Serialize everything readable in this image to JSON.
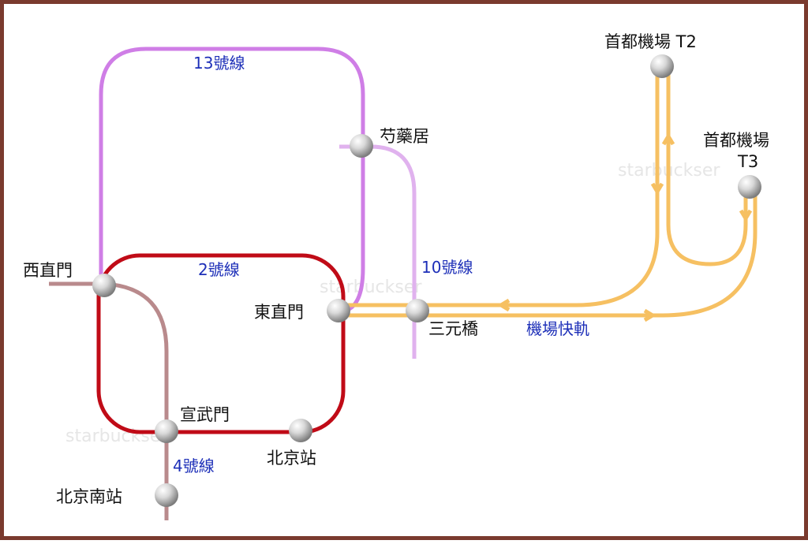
{
  "colors": {
    "line13": "#cf7ee6",
    "line10": "#e0b2ee",
    "line2": "#c00b17",
    "line4": "#b98a8c",
    "airport_express": "#f6c062",
    "line_label": "#1d2fb8",
    "frame": "#7a3a2e"
  },
  "lines": {
    "line13": "13號線",
    "line2": "2號線",
    "line10": "10號線",
    "line4": "4號線",
    "airport_express": "機場快軌"
  },
  "stations": {
    "t2": "首都機場 T2",
    "t3_line1": "首都機場",
    "t3_line2": "T3",
    "shaoyaoju": "芍藥居",
    "xizhimen": "西直門",
    "dongzhimen": "東直門",
    "sanyuanqiao": "三元橋",
    "xuanwumen": "宣武門",
    "beijingzhan": "北京站",
    "beijingnan": "北京南站"
  },
  "watermark": "starbuckser"
}
